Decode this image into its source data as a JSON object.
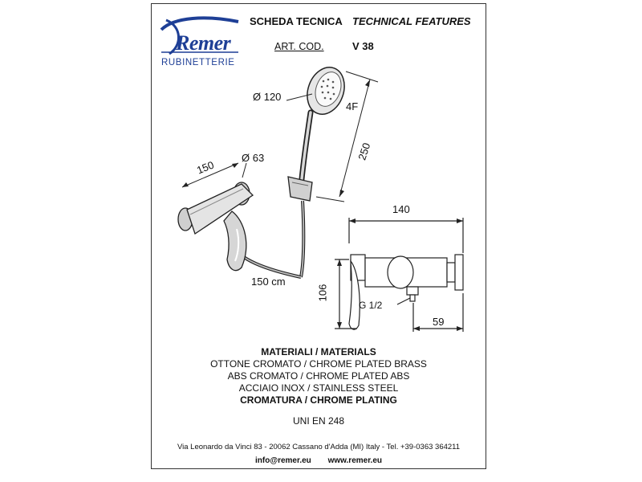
{
  "brand": {
    "logo_word": "Remer",
    "logo_sub": "RUBINETTERIE",
    "color": "#1e3f96"
  },
  "header": {
    "title_it": "SCHEDA TECNICA",
    "title_en": "TECHNICAL FEATURES",
    "art_label": "ART. COD.",
    "art_value": "V 38"
  },
  "dimensions": {
    "head_diameter": "Ø 120",
    "jets": "4F",
    "shower_length": "250",
    "mixer_width": "150",
    "handle_diameter": "Ø 63",
    "hose_length": "150 cm",
    "body_width": "140",
    "height": "106",
    "thread": "G 1/2",
    "outlet": "59"
  },
  "materials": {
    "title": "MATERIALI / MATERIALS",
    "lines": [
      "OTTONE CROMATO / CHROME PLATED BRASS",
      "ABS CROMATO / CHROME PLATED ABS",
      "ACCIAIO INOX / STAINLESS STEEL"
    ],
    "plating": "CROMATURA / CHROME PLATING",
    "standard": "UNI EN 248"
  },
  "footer": {
    "address": "Via Leonardo da Vinci 83 - 20062 Cassano d'Adda (MI) Italy - Tel. +39-0363 364211",
    "email": "info@remer.eu",
    "website": "www.remer.eu"
  }
}
